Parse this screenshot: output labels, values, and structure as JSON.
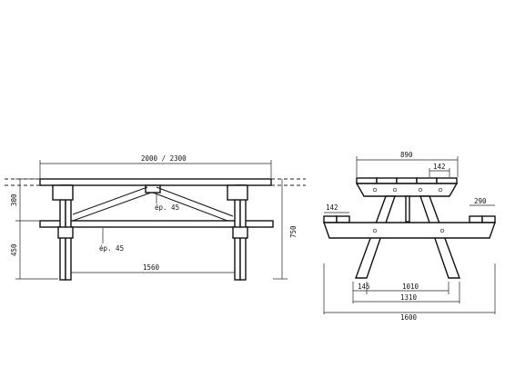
{
  "side_view": {
    "length_label": "2000 / 2300",
    "top_height_label": "300",
    "seat_height_label": "450",
    "total_height_label": "750",
    "leg_spacing_label": "1560",
    "brace_angle_top_label": "ép. 45",
    "brace_angle_bottom_label": "ép. 45"
  },
  "end_view": {
    "top_width_label": "890",
    "plank_width_label": "142",
    "seat_plank_label": "142",
    "seat_offset_label": "290",
    "foot_offset_label": "145",
    "inner_span_label": "1010",
    "leg_span_label": "1310",
    "total_width_label": "1600"
  }
}
